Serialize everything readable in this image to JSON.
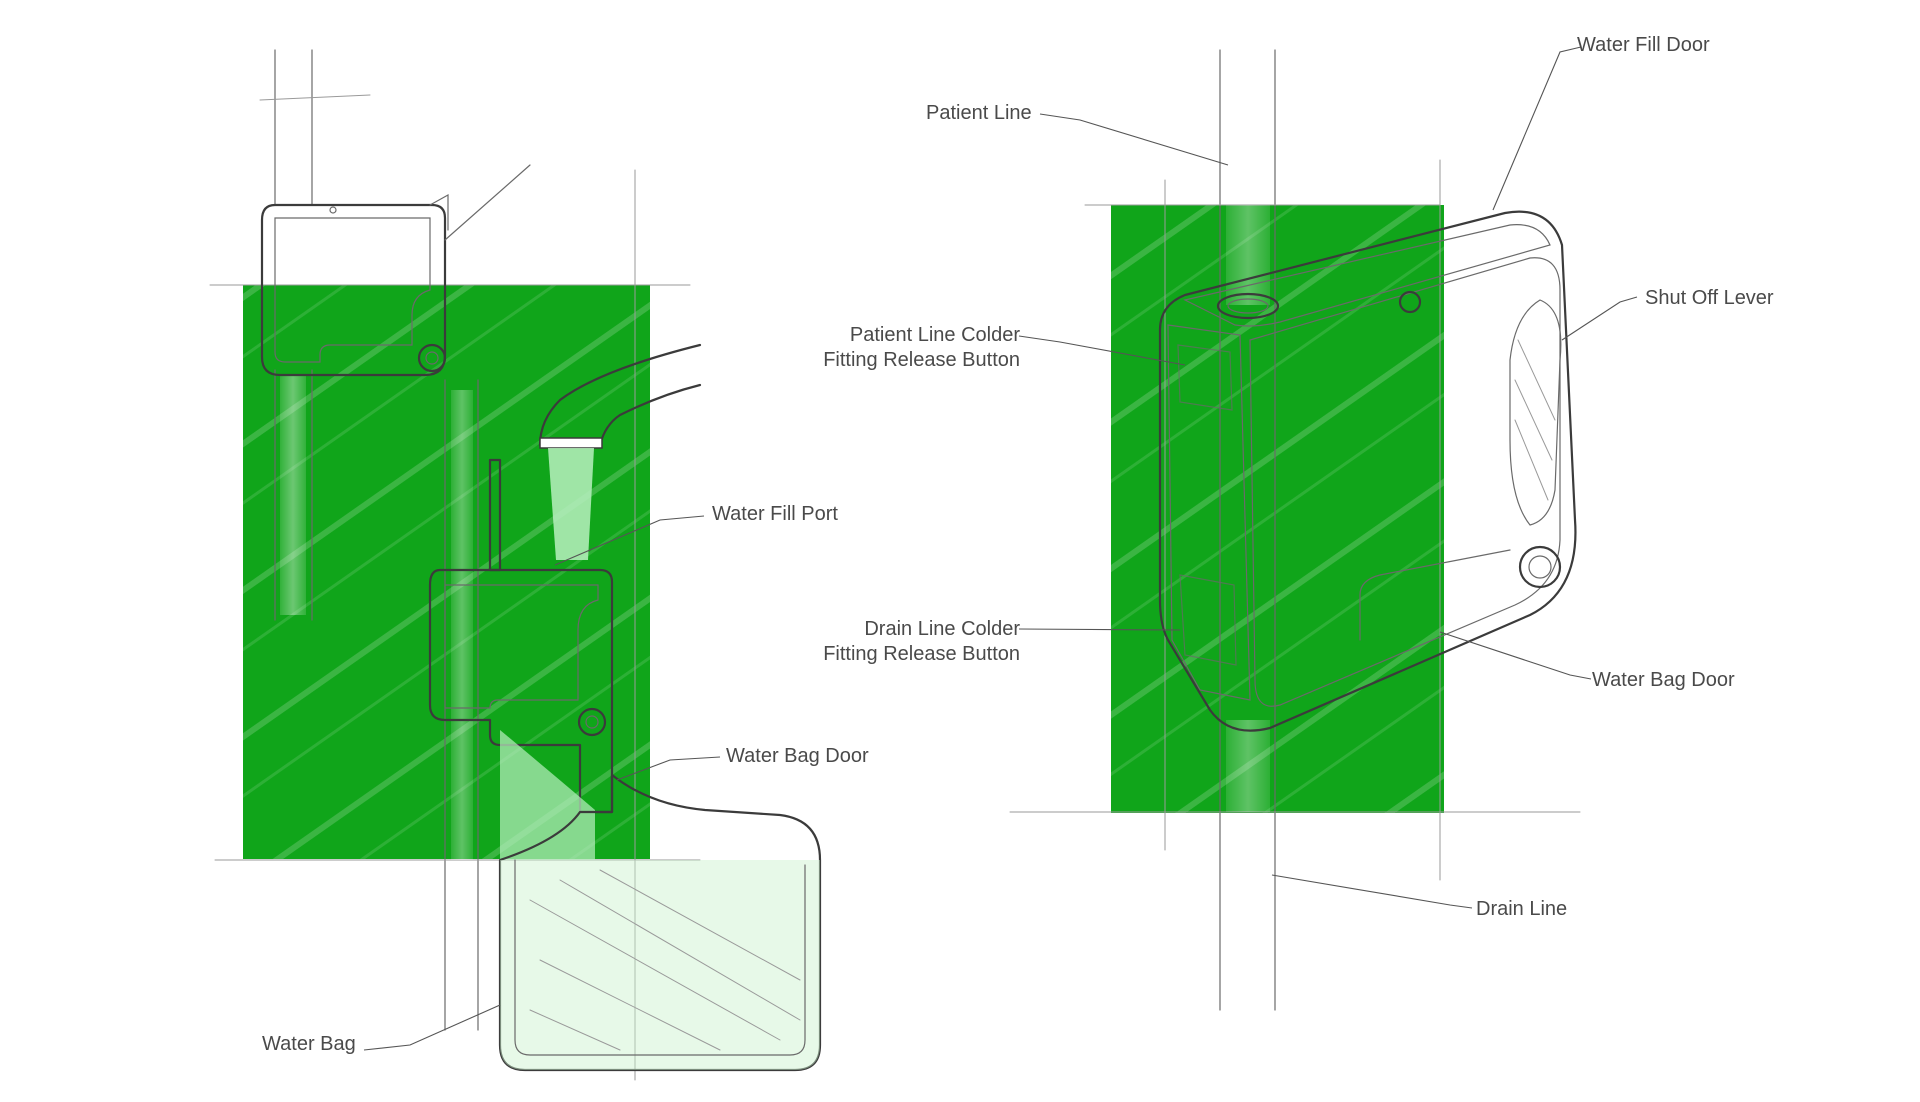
{
  "colors": {
    "background": "#ffffff",
    "panel_green": "#10a51a",
    "water_tint": "#b9f0c0",
    "sketch_stroke": "#3b3b3b",
    "label_text": "#4a4a4a"
  },
  "labels": {
    "left": {
      "water_fill_port": "Water Fill Port",
      "water_bag_door": "Water Bag Door",
      "water_bag": "Water Bag"
    },
    "right": {
      "patient_line": "Patient Line",
      "water_fill_door": "Water Fill Door",
      "shut_off_lever": "Shut Off Lever",
      "patient_line_colder": "Patient Line Colder\nFitting Release Button",
      "drain_line_colder": "Drain Line Colder\nFitting Release Button",
      "water_bag_door": "Water Bag Door",
      "drain_line": "Drain Line"
    }
  }
}
